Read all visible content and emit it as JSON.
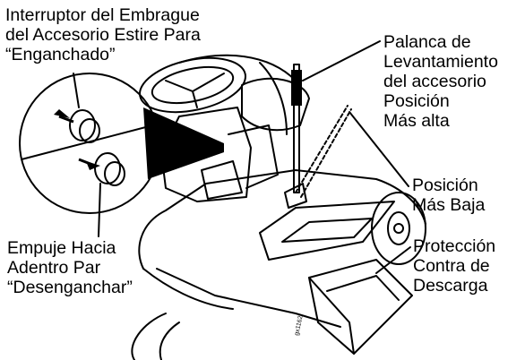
{
  "labels": {
    "clutch_switch": [
      "Interruptor del Embrague",
      "del Accesorio Estire Para",
      "“Enganchado”"
    ],
    "push_in": [
      "Empuje Hacia",
      "Adentro Par",
      "“Desenganchar”"
    ],
    "lift_lever": [
      "Palanca de",
      "Levantamiento",
      "del accesorio",
      "Posición",
      "Más alta"
    ],
    "lowest_position": [
      "Posición",
      "Más Baja"
    ],
    "discharge_guard": [
      "Protección",
      "Contra de",
      "Descarga"
    ]
  },
  "figure_code": "gx1162"
}
